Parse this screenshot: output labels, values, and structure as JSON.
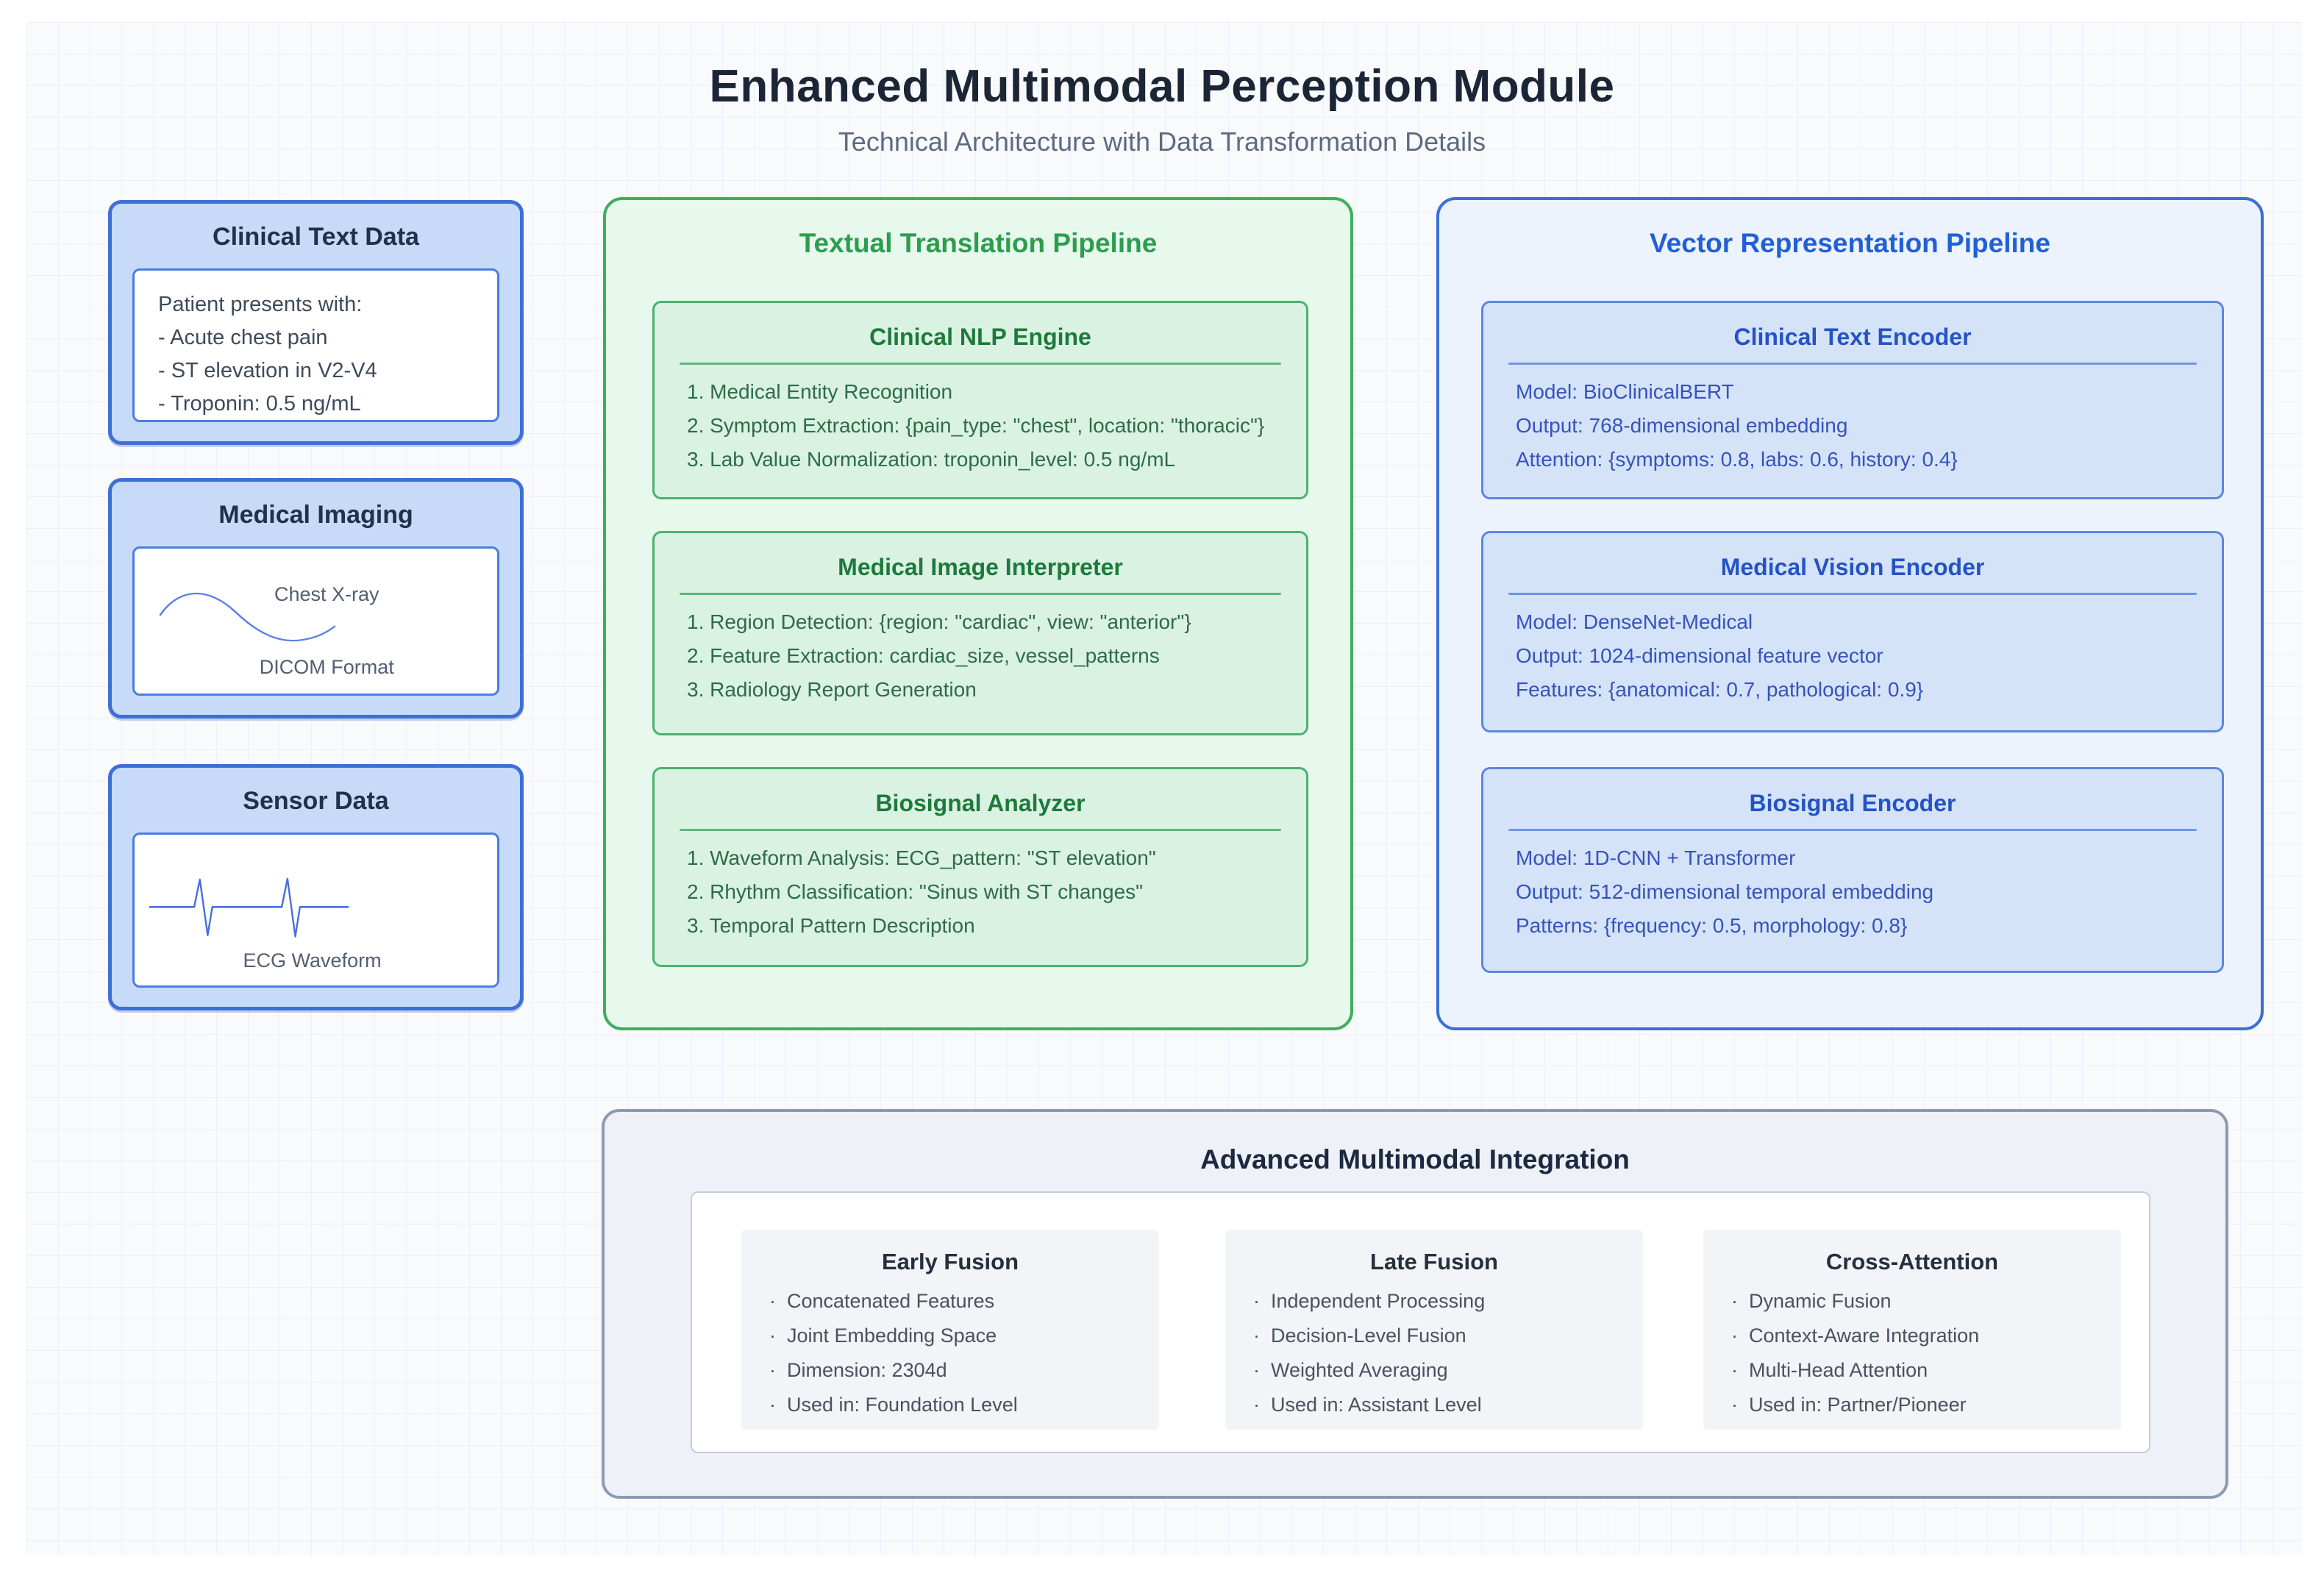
{
  "page": {
    "title": "Enhanced Multimodal Perception Module",
    "subtitle": "Technical Architecture with Data Transformation Details"
  },
  "inputs": [
    {
      "title": "Clinical Text Data",
      "lines": [
        "Patient presents with:",
        "- Acute chest pain",
        "- ST elevation in V2-V4",
        "- Troponin: 0.5 ng/mL"
      ]
    },
    {
      "title": "Medical Imaging",
      "graphic": "xray-wave-graphic",
      "caption_top": "Chest X-ray",
      "caption_bottom": "DICOM Format"
    },
    {
      "title": "Sensor Data",
      "graphic": "ecg-waveform-graphic",
      "caption": "ECG Waveform"
    }
  ],
  "textual_pipeline": {
    "title": "Textual Translation Pipeline",
    "stages": [
      {
        "title": "Clinical NLP Engine",
        "items": [
          "1. Medical Entity Recognition",
          "2. Symptom Extraction: {pain_type: \"chest\", location: \"thoracic\"}",
          "3. Lab Value Normalization: troponin_level: 0.5 ng/mL"
        ]
      },
      {
        "title": "Medical Image Interpreter",
        "items": [
          "1. Region Detection: {region: \"cardiac\", view: \"anterior\"}",
          "2. Feature Extraction: cardiac_size, vessel_patterns",
          "3. Radiology Report Generation"
        ]
      },
      {
        "title": "Biosignal Analyzer",
        "items": [
          "1. Waveform Analysis: ECG_pattern: \"ST elevation\"",
          "2. Rhythm Classification: \"Sinus with ST changes\"",
          "3. Temporal Pattern Description"
        ]
      }
    ]
  },
  "vector_pipeline": {
    "title": "Vector Representation Pipeline",
    "stages": [
      {
        "title": "Clinical Text Encoder",
        "items": [
          "Model: BioClinicalBERT",
          "Output: 768-dimensional embedding",
          "Attention: {symptoms: 0.8, labs: 0.6, history: 0.4}"
        ]
      },
      {
        "title": "Medical Vision Encoder",
        "items": [
          "Model: DenseNet-Medical",
          "Output: 1024-dimensional feature vector",
          "Features: {anatomical: 0.7, pathological: 0.9}"
        ]
      },
      {
        "title": "Biosignal Encoder",
        "items": [
          "Model: 1D-CNN + Transformer",
          "Output: 512-dimensional temporal embedding",
          "Patterns: {frequency: 0.5, morphology: 0.8}"
        ]
      }
    ]
  },
  "integration": {
    "title": "Advanced Multimodal Integration",
    "columns": [
      {
        "title": "Early Fusion",
        "items": [
          "Concatenated Features",
          "Joint Embedding Space",
          "Dimension: 2304d",
          "Used in: Foundation Level"
        ]
      },
      {
        "title": "Late Fusion",
        "items": [
          "Independent Processing",
          "Decision-Level Fusion",
          "Weighted Averaging",
          "Used in: Assistant Level"
        ]
      },
      {
        "title": "Cross-Attention",
        "items": [
          "Dynamic Fusion",
          "Context-Aware Integration",
          "Multi-Head Attention",
          "Used in: Partner/Pioneer"
        ]
      }
    ]
  },
  "colors": {
    "input_fill": "#c7daf8",
    "input_border": "#3e6fd6",
    "green_fill": "#e7f8ed",
    "green_border": "#3fae5c",
    "green_accent": "#2b9e4e",
    "blue_fill": "#edf3fc",
    "blue_border": "#3b6fd8",
    "blue_accent": "#2160d4",
    "integration_fill": "#eef1f8",
    "integration_border": "#8d9ab4",
    "title_text": "#1b2535"
  }
}
